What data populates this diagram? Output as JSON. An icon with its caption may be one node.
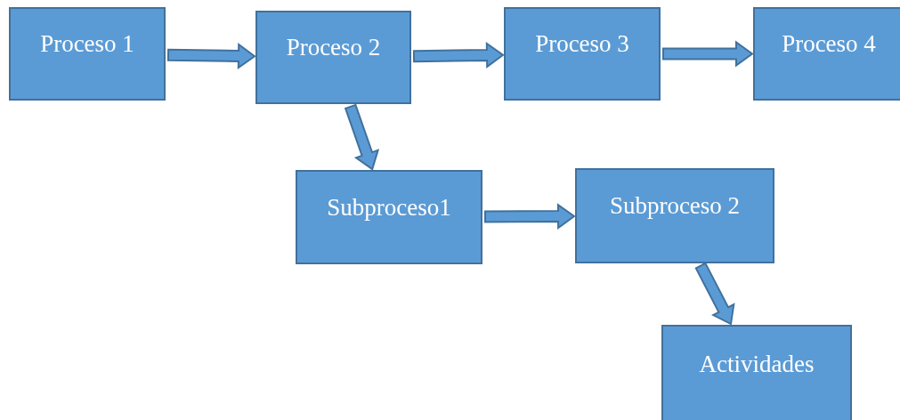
{
  "diagram": {
    "nodes": [
      {
        "text": [
          "Proceso 1"
        ]
      },
      {
        "text": [
          "Proceso 2"
        ]
      },
      {
        "text": [
          "Proceso 3"
        ]
      },
      {
        "text": [
          "Proceso 4"
        ]
      },
      {
        "text": [
          "Subproceso1"
        ]
      },
      {
        "text": [
          "Subproceso 2"
        ]
      },
      {
        "text": [
          "Actividades"
        ]
      }
    ],
    "edges": [
      {
        "from": 0,
        "to": 1,
        "arrow": "to"
      },
      {
        "from": 1,
        "to": 2,
        "arrow": "to"
      },
      {
        "from": 2,
        "to": 3,
        "arrow": "to"
      },
      {
        "from": 1,
        "to": 4,
        "arrow": "to"
      },
      {
        "from": 4,
        "to": 5,
        "arrow": "to"
      },
      {
        "from": 5,
        "to": 6,
        "arrow": "to"
      }
    ]
  }
}
